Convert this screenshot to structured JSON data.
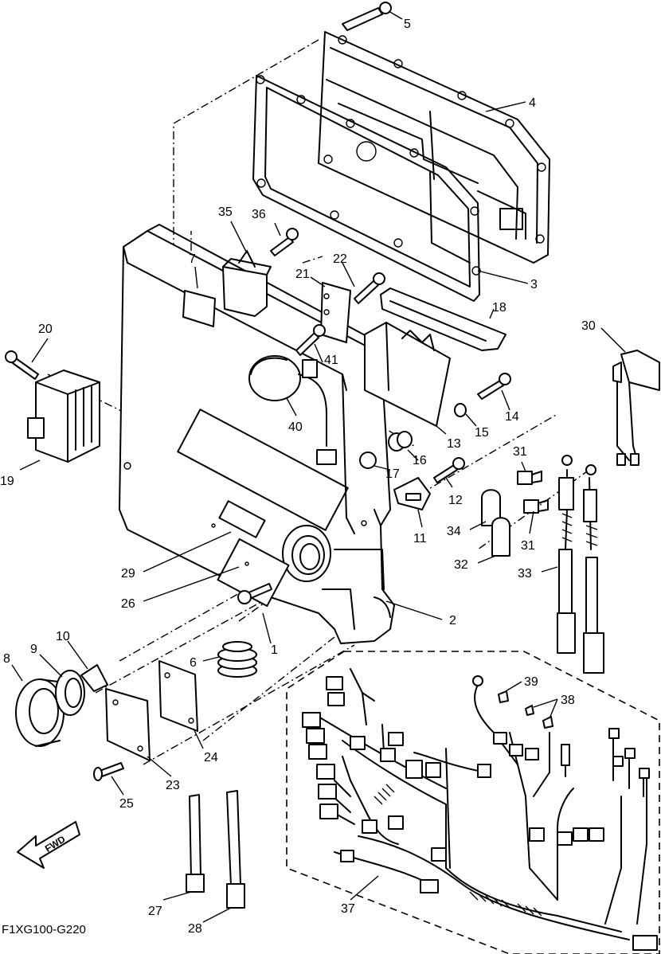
{
  "diagram_code": "F1XG100-G220",
  "direction_label": "FWD",
  "callouts": [
    {
      "id": "5",
      "label": "5"
    },
    {
      "id": "4",
      "label": "4"
    },
    {
      "id": "3",
      "label": "3"
    },
    {
      "id": "35",
      "label": "35"
    },
    {
      "id": "36",
      "label": "36"
    },
    {
      "id": "7",
      "label": "7"
    },
    {
      "id": "22",
      "label": "22"
    },
    {
      "id": "21",
      "label": "21"
    },
    {
      "id": "18",
      "label": "18"
    },
    {
      "id": "20",
      "label": "20"
    },
    {
      "id": "41",
      "label": "41"
    },
    {
      "id": "30",
      "label": "30"
    },
    {
      "id": "40",
      "label": "40"
    },
    {
      "id": "14",
      "label": "14"
    },
    {
      "id": "15",
      "label": "15"
    },
    {
      "id": "13",
      "label": "13"
    },
    {
      "id": "19",
      "label": "19"
    },
    {
      "id": "16",
      "label": "16"
    },
    {
      "id": "17",
      "label": "17"
    },
    {
      "id": "31a",
      "label": "31"
    },
    {
      "id": "12",
      "label": "12"
    },
    {
      "id": "34",
      "label": "34"
    },
    {
      "id": "11",
      "label": "11"
    },
    {
      "id": "31b",
      "label": "31"
    },
    {
      "id": "32",
      "label": "32"
    },
    {
      "id": "33",
      "label": "33"
    },
    {
      "id": "29",
      "label": "29"
    },
    {
      "id": "26",
      "label": "26"
    },
    {
      "id": "2",
      "label": "2"
    },
    {
      "id": "1",
      "label": "1"
    },
    {
      "id": "10",
      "label": "10"
    },
    {
      "id": "9",
      "label": "9"
    },
    {
      "id": "8",
      "label": "8"
    },
    {
      "id": "6",
      "label": "6"
    },
    {
      "id": "39",
      "label": "39"
    },
    {
      "id": "38",
      "label": "38"
    },
    {
      "id": "24",
      "label": "24"
    },
    {
      "id": "23",
      "label": "23"
    },
    {
      "id": "25",
      "label": "25"
    },
    {
      "id": "27",
      "label": "27"
    },
    {
      "id": "28",
      "label": "28"
    },
    {
      "id": "37",
      "label": "37"
    }
  ]
}
